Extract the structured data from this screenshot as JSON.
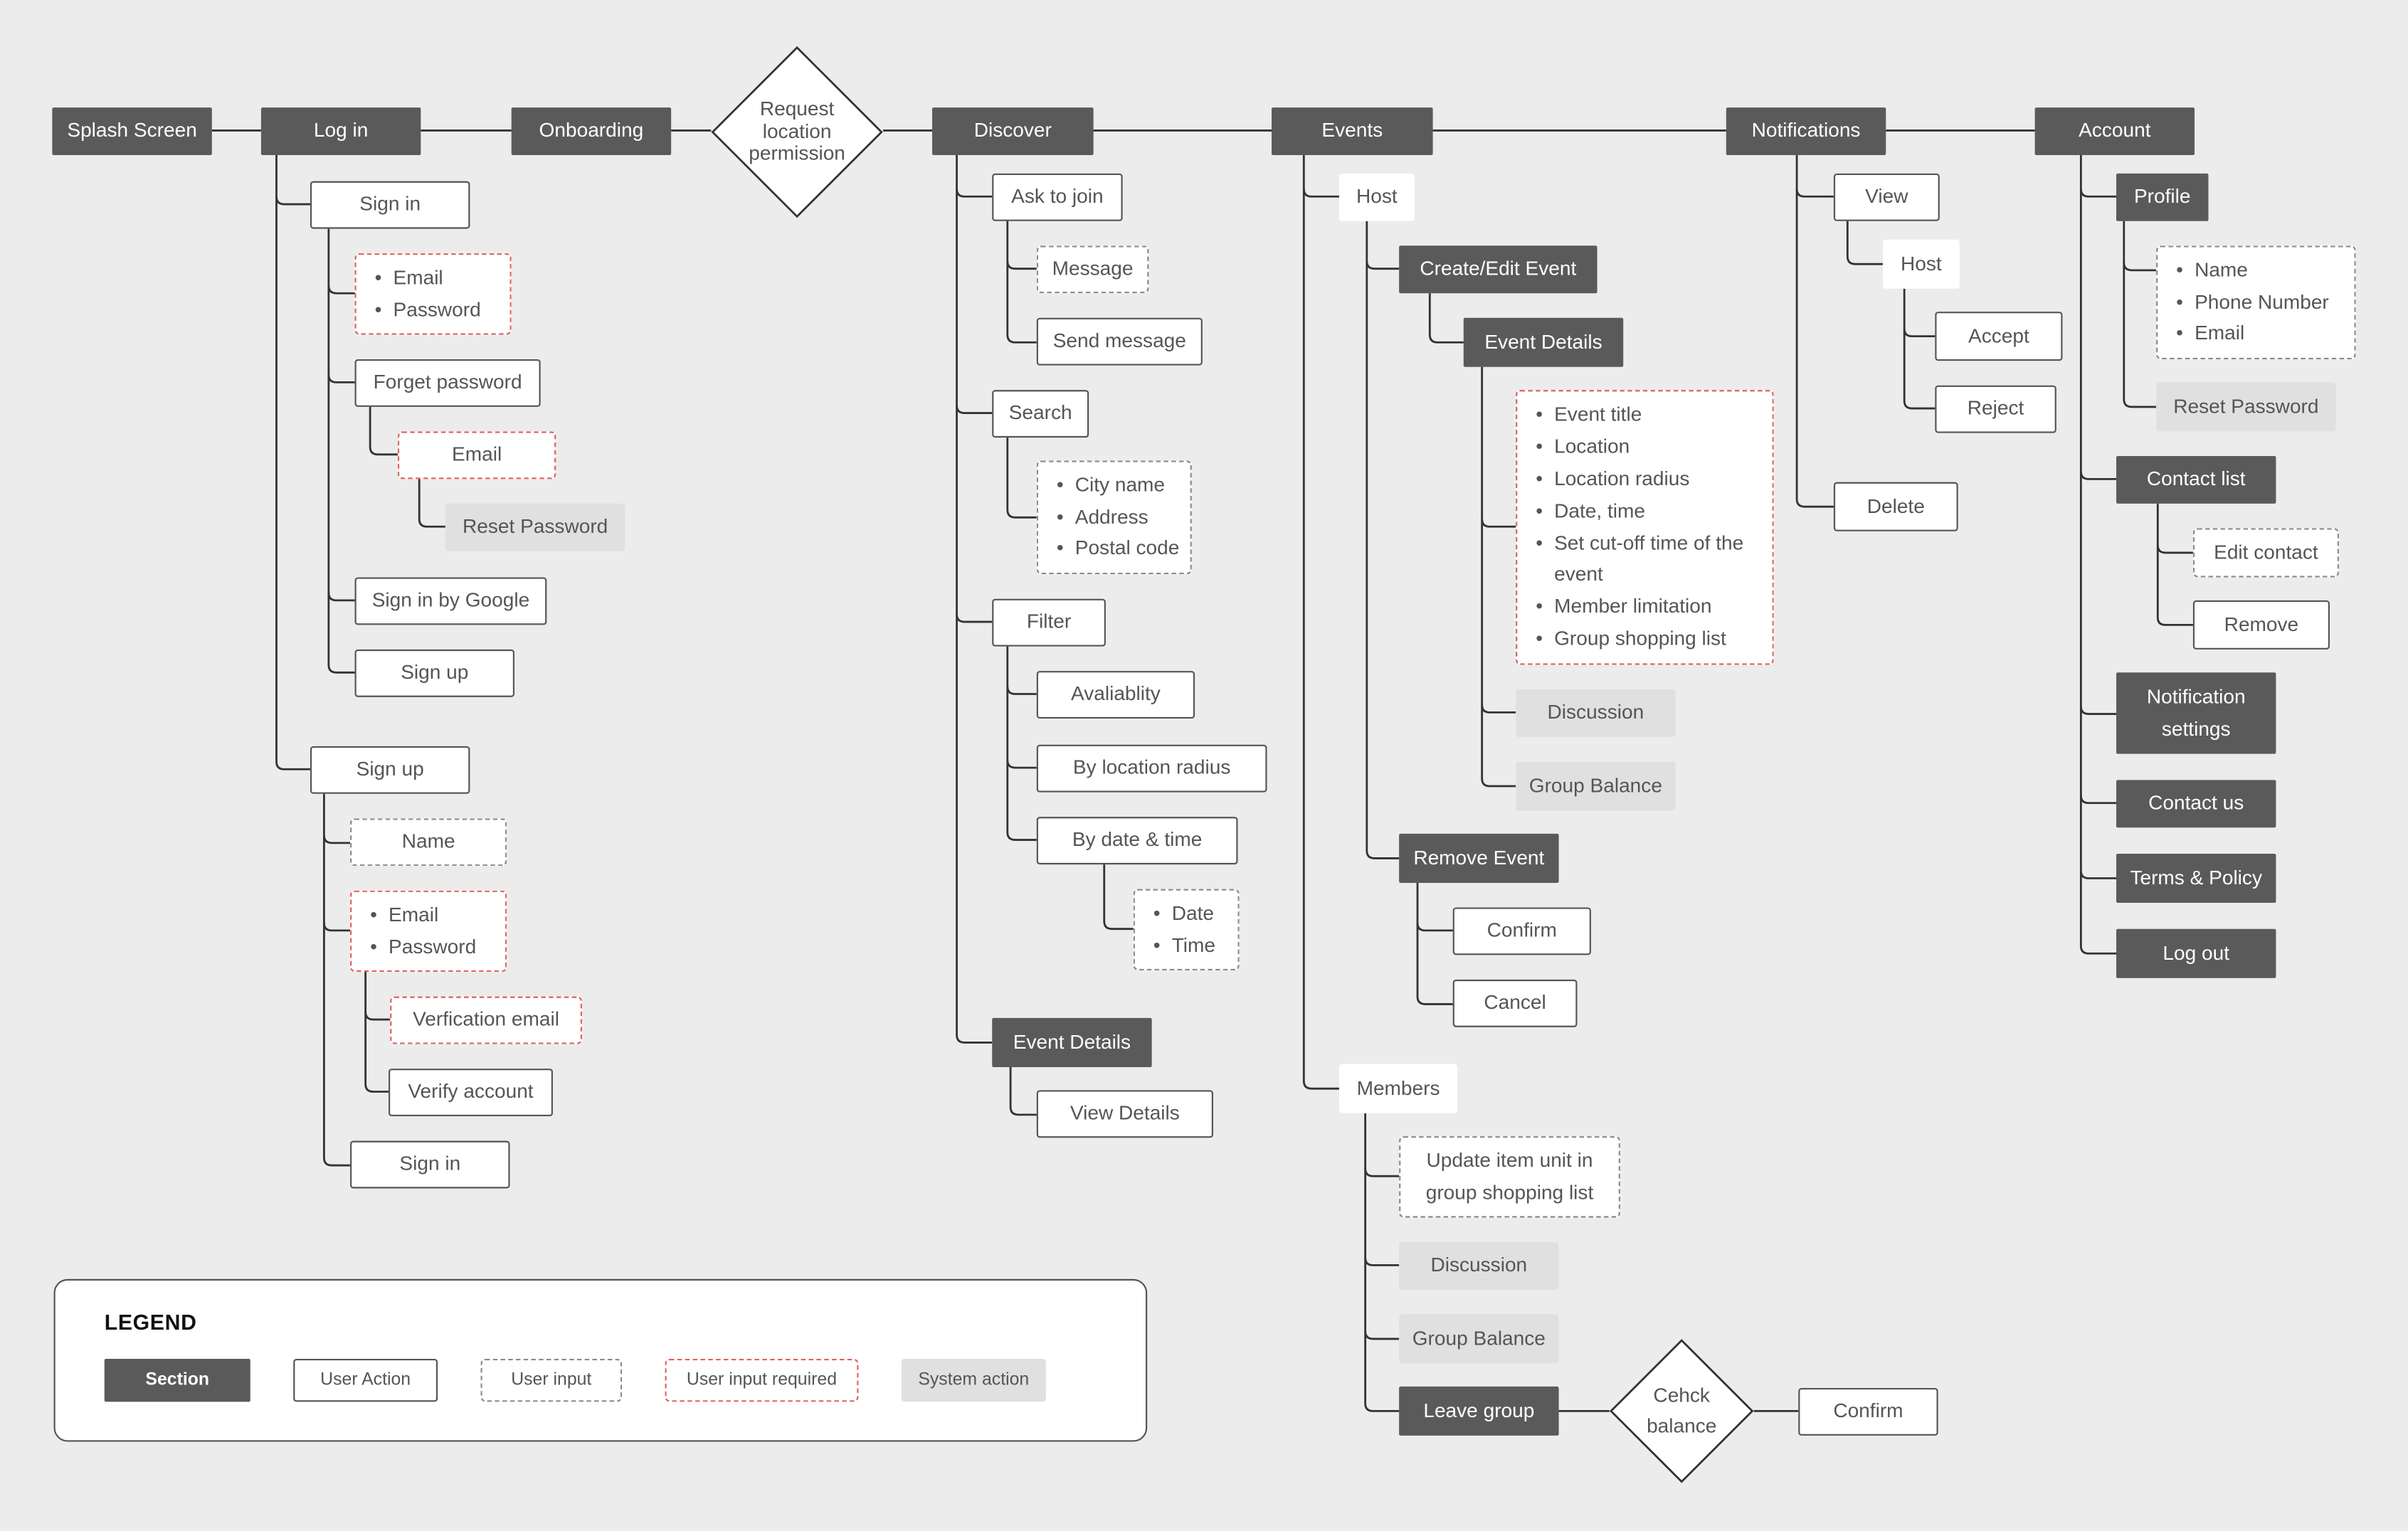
{
  "top": {
    "splash": "Splash Screen",
    "login": "Log in",
    "onboarding": "Onboarding",
    "request_location": "Request location permission",
    "discover": "Discover",
    "events": "Events",
    "notifications": "Notifications",
    "account": "Account"
  },
  "login": {
    "sign_in": "Sign in",
    "credentials": [
      "Email",
      "Password"
    ],
    "forget_password": "Forget password",
    "forget_email": "Email",
    "reset_password": "Reset Password",
    "sign_in_google": "Sign in by Google",
    "sign_up_link": "Sign up",
    "sign_up": "Sign up",
    "su_name": "Name",
    "su_credentials": [
      "Email",
      "Password"
    ],
    "verification_email": "Verfication email",
    "verify_account": "Verify account",
    "su_sign_in": "Sign in"
  },
  "discover": {
    "ask_to_join": "Ask to join",
    "message": "Message",
    "send_message": "Send message",
    "search": "Search",
    "search_fields": [
      "City name",
      "Address",
      "Postal code"
    ],
    "filter": "Filter",
    "availability": "Avaliablity",
    "by_location_radius": "By location radius",
    "by_date_time": "By date & time",
    "date_time_fields": [
      "Date",
      "Time"
    ],
    "event_details": "Event Details",
    "view_details": "View Details"
  },
  "events": {
    "host": "Host",
    "create_edit": "Create/Edit Event",
    "event_details": "Event Details",
    "detail_fields": [
      "Event title",
      "Location",
      "Location radius",
      "Date, time",
      "Set cut-off time of the event",
      "Member limitation",
      "Group shopping list"
    ],
    "discussion": "Discussion",
    "group_balance": "Group Balance",
    "remove_event": "Remove Event",
    "confirm": "Confirm",
    "cancel": "Cancel",
    "members": "Members",
    "update_item": "Update item unit in group shopping list",
    "m_discussion": "Discussion",
    "m_group_balance": "Group Balance",
    "leave_group": "Leave group",
    "check_balance": "Cehck balance",
    "leave_confirm": "Confirm"
  },
  "notifications": {
    "view": "View",
    "host": "Host",
    "accept": "Accept",
    "reject": "Reject",
    "delete": "Delete"
  },
  "account": {
    "profile": "Profile",
    "profile_fields": [
      "Name",
      "Phone Number",
      "Email"
    ],
    "reset_password": "Reset Password",
    "contact_list": "Contact list",
    "edit_contact": "Edit contact",
    "remove": "Remove",
    "notification_settings": "Notification settings",
    "contact_us": "Contact us",
    "terms": "Terms & Policy",
    "log_out": "Log out"
  },
  "legend": {
    "title": "LEGEND",
    "section": "Section",
    "user_action": "User Action",
    "user_input": "User input",
    "user_input_required": "User input required",
    "system_action": "System action"
  },
  "colors": {
    "background": "#ececec",
    "section": "#5a5a5a",
    "border": "#555555",
    "dashed": "#8a8a8a",
    "required": "#e06060",
    "system": "#e0e0e0"
  }
}
